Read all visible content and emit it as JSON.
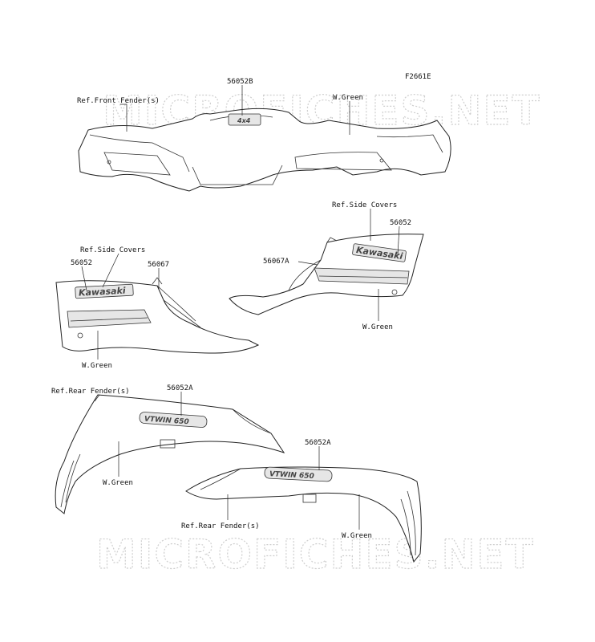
{
  "figure_code": "F2661E",
  "watermark": "MICROFICHES.NET",
  "decal_text": {
    "brand": "Kawasaki",
    "model": "VTWIN 650",
    "badge": "4x4"
  },
  "callouts": {
    "front_part": "56052B",
    "front_ref": "Ref.Front Fender(s)",
    "front_color": "W.Green",
    "left_ref": "Ref.Side Covers",
    "left_part_a": "56052",
    "left_part_b": "56067",
    "left_color": "W.Green",
    "right_ref": "Ref.Side Covers",
    "right_part_a": "56052",
    "right_part_b": "56067A",
    "right_color": "W.Green",
    "rear_left_ref": "Ref.Rear Fender(s)",
    "rear_left_part": "56052A",
    "rear_left_color": "W.Green",
    "rear_right_part": "56052A",
    "rear_right_ref": "Ref.Rear Fender(s)",
    "rear_right_color": "W.Green"
  }
}
